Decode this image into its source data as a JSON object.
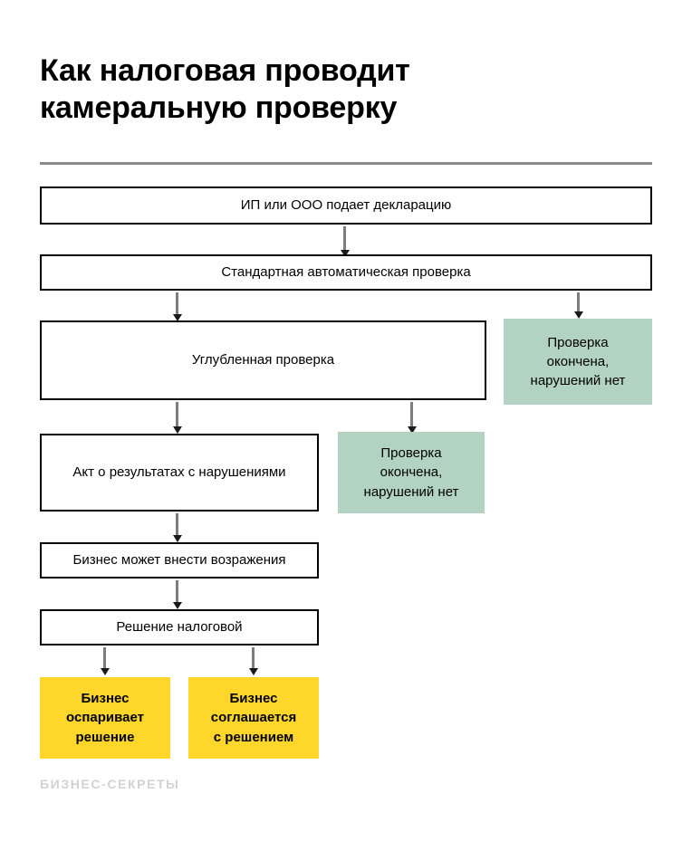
{
  "header": {
    "title": "Как налоговая проводит\nкамеральную проверку",
    "rule_color": "#8a8a8a"
  },
  "palette": {
    "outline_border": "#000000",
    "box_fill_white": "#ffffff",
    "box_fill_green": "#b2d3c2",
    "box_fill_yellow": "#ffd629",
    "arrow_line": "#7d7d7d",
    "arrow_head": "#1a1a1a",
    "brand_gray": "#d2d2d2",
    "text": "#000000"
  },
  "flowchart": {
    "type": "flowchart",
    "orientation": "top-to-bottom",
    "nodes": [
      {
        "id": "n1",
        "label": "ИП или ООО подает декларацию",
        "style": "outline"
      },
      {
        "id": "n2",
        "label": "Стандартная автоматическая проверка",
        "style": "outline"
      },
      {
        "id": "n3",
        "label": "Углубленная проверка",
        "style": "outline"
      },
      {
        "id": "n4",
        "label": "Проверка\nокончена,\nнарушений нет",
        "style": "green"
      },
      {
        "id": "n5",
        "label": "Акт о результатах с нарушениями",
        "style": "outline"
      },
      {
        "id": "n6",
        "label": "Проверка\nокончена,\nнарушений нет",
        "style": "green"
      },
      {
        "id": "n7",
        "label": "Бизнес может внести возражения",
        "style": "outline"
      },
      {
        "id": "n8",
        "label": "Решение налоговой",
        "style": "outline"
      },
      {
        "id": "n9",
        "label": "Бизнес\nоспаривает\nрешение",
        "style": "yellow"
      },
      {
        "id": "n10",
        "label": "Бизнес\nсоглашается\nс решением",
        "style": "yellow"
      }
    ],
    "edges": [
      {
        "from": "n1",
        "to": "n2"
      },
      {
        "from": "n2",
        "to": "n3"
      },
      {
        "from": "n2",
        "to": "n4"
      },
      {
        "from": "n3",
        "to": "n5"
      },
      {
        "from": "n3",
        "to": "n6"
      },
      {
        "from": "n5",
        "to": "n7"
      },
      {
        "from": "n7",
        "to": "n8"
      },
      {
        "from": "n8",
        "to": "n9"
      },
      {
        "from": "n8",
        "to": "n10"
      }
    ]
  },
  "footer": {
    "brand": "БИЗНЕС-СЕКРЕТЫ"
  }
}
